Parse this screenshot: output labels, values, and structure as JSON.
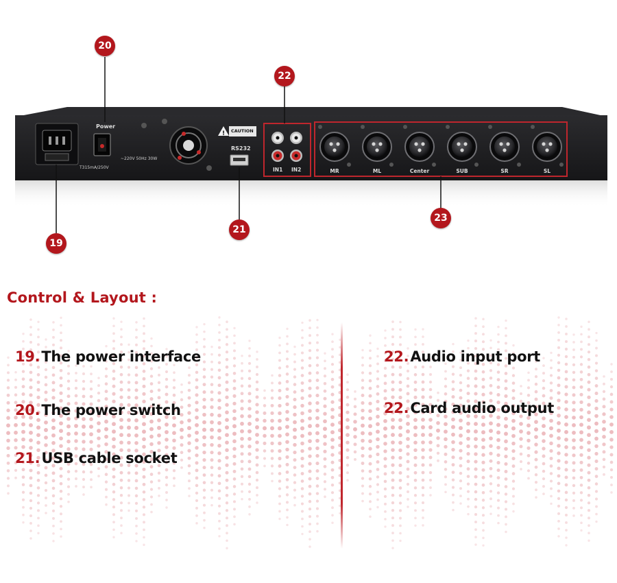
{
  "device": {
    "power_label": "Power",
    "voltage_label": "~220V 50Hz 30W",
    "fuse_label": "T315mA/250V",
    "caution_label": "CAUTION",
    "rs232_label": "RS232",
    "inputs": [
      "IN1",
      "IN2"
    ],
    "outputs": [
      "MR",
      "ML",
      "Center",
      "SUB",
      "SR",
      "SL"
    ]
  },
  "callouts": [
    "19",
    "20",
    "21",
    "22",
    "23"
  ],
  "section_title": "Control & Layout :",
  "items": [
    {
      "num": "19.",
      "text": "The power interface"
    },
    {
      "num": "20.",
      "text": "The power switch"
    },
    {
      "num": "21.",
      "text": "USB cable socket"
    },
    {
      "num": "22.",
      "text": "Audio input port"
    },
    {
      "num": "22.",
      "text": "Card audio output"
    }
  ],
  "colors": {
    "accent": "#b3171d",
    "chassis": "#1d1d1f",
    "text": "#111111",
    "dots": "#e6a3a8"
  }
}
